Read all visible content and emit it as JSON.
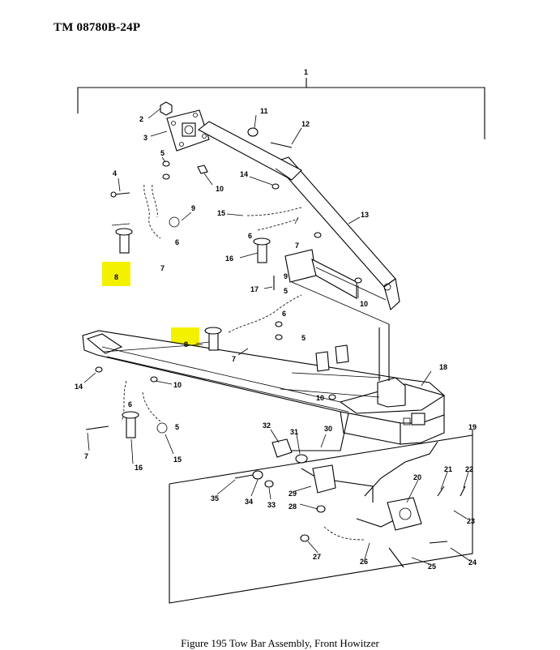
{
  "document": {
    "header": "TM 08780B-24P",
    "caption": "Figure 195 Tow Bar Assembly, Front Howitzer"
  },
  "highlight_color": "#f4f100",
  "callouts": [
    "1",
    "2",
    "3",
    "4",
    "5",
    "6",
    "7",
    "8",
    "9",
    "10",
    "11",
    "12",
    "13",
    "14",
    "15",
    "16",
    "17",
    "18",
    "19",
    "20",
    "21",
    "22",
    "23",
    "24",
    "25",
    "26",
    "27",
    "28",
    "29",
    "30",
    "31",
    "32",
    "33",
    "34",
    "35"
  ]
}
